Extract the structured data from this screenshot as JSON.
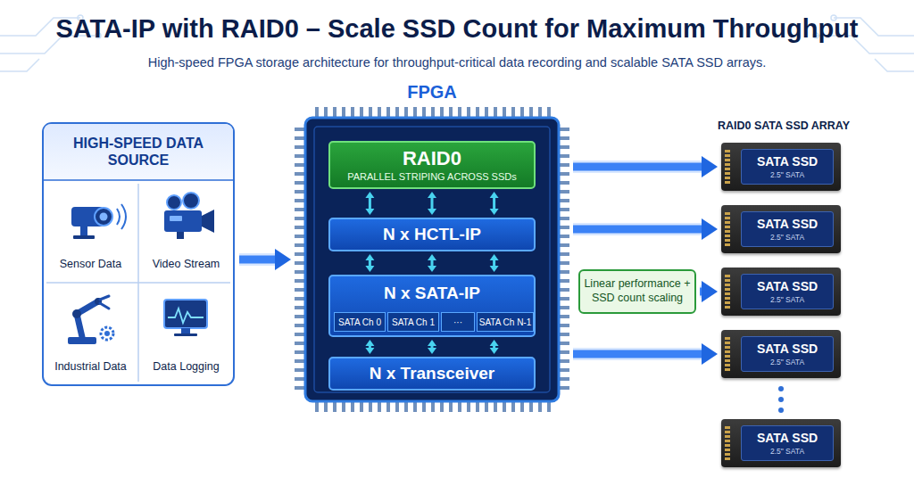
{
  "diagram": {
    "title": "SATA-IP with RAID0 – Scale SSD Count for Maximum Throughput",
    "caption": "High-speed FPGA storage architecture for throughput-critical data recording and scalable SATA SSD arrays.",
    "nodes": [
      {
        "text": [
          "HIGH-SPEED DATA SOURCE"
        ]
      },
      {
        "text": [
          "Sensor Data"
        ],
        "in": 0
      },
      {
        "text": [
          "Video Stream"
        ],
        "in": 0
      },
      {
        "text": [
          "Industrial Data"
        ],
        "in": 0
      },
      {
        "text": [
          "Data Logging"
        ],
        "in": 0
      },
      {
        "text": [
          "FPGA"
        ]
      },
      {
        "text": [
          "RAID0",
          "PARALLEL STRIPING ACROSS SSDs"
        ],
        "in": 5
      },
      {
        "text": [
          "N x HCTL-IP"
        ],
        "in": 5
      },
      {
        "text": [
          "N x SATA-IP"
        ],
        "in": 5
      },
      {
        "text": [
          "SATA Ch 0"
        ],
        "in": 8
      },
      {
        "text": [
          "SATA Ch 1"
        ],
        "in": 8
      },
      {
        "text": [
          "···"
        ],
        "in": 8
      },
      {
        "text": [
          "SATA Ch N-1"
        ],
        "in": 8
      },
      {
        "text": [
          "N x Transceiver"
        ],
        "in": 5
      },
      {
        "text": [
          "Linear performance + SSD count scaling"
        ]
      },
      {
        "text": [
          "SATA SSD",
          "2.5\" SATA"
        ]
      },
      {
        "text": [
          "SATA SSD",
          "2.5\" SATA"
        ]
      },
      {
        "text": [
          "SATA SSD",
          "2.5\" SATA"
        ]
      },
      {
        "text": [
          "SATA SSD",
          "2.5\" SATA"
        ]
      },
      {
        "text": [
          "SATA SSD",
          "2.5\" SATA"
        ]
      }
    ],
    "edges": [
      {
        "from": 0,
        "to": 5,
        "arrow": "to"
      },
      {
        "from": 6,
        "to": 7,
        "arrow": "both"
      },
      {
        "from": 6,
        "to": 7,
        "arrow": "both"
      },
      {
        "from": 6,
        "to": 7,
        "arrow": "both"
      },
      {
        "from": 7,
        "to": 8,
        "arrow": "both"
      },
      {
        "from": 7,
        "to": 8,
        "arrow": "both"
      },
      {
        "from": 7,
        "to": 8,
        "arrow": "both"
      },
      {
        "from": 8,
        "to": 13,
        "arrow": "both"
      },
      {
        "from": 8,
        "to": 13,
        "arrow": "both"
      },
      {
        "from": 8,
        "to": 13,
        "arrow": "both"
      },
      {
        "from": 5,
        "to": 15,
        "arrow": "to"
      },
      {
        "from": 5,
        "to": 16,
        "arrow": "to"
      },
      {
        "from": 14,
        "to": 17,
        "arrow": "to"
      },
      {
        "from": 5,
        "to": 18,
        "arrow": "to"
      }
    ],
    "labels": [
      "RAID0 SATA SSD ARRAY"
    ]
  }
}
